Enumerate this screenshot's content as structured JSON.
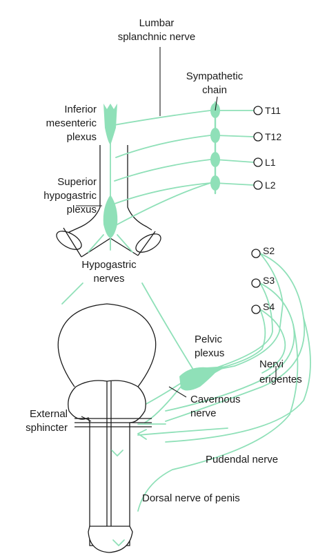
{
  "colors": {
    "nerve": "#8fe0b8",
    "ink": "#1a1a1a",
    "background": "#ffffff"
  },
  "labels": {
    "lumbar_splanchnic_1": "Lumbar",
    "lumbar_splanchnic_2": "splanchnic nerve",
    "sympathetic_chain_1": "Sympathetic",
    "sympathetic_chain_2": "chain",
    "inferior_mesenteric_1": "Inferior",
    "inferior_mesenteric_2": "mesenteric",
    "inferior_mesenteric_3": "plexus",
    "superior_hypogastric_1": "Superior",
    "superior_hypogastric_2": "hypogastric",
    "superior_hypogastric_3": "plexus",
    "hypogastric_nerves_1": "Hypogastric",
    "hypogastric_nerves_2": "nerves",
    "pelvic_plexus_1": "Pelvic",
    "pelvic_plexus_2": "plexus",
    "nervi_erigentes_1": "Nervi",
    "nervi_erigentes_2": "erigentes",
    "cavernous_nerve_1": "Cavernous",
    "cavernous_nerve_2": "nerve",
    "external_sphincter_1": "External",
    "external_sphincter_2": "sphincter",
    "pudendal_nerve": "Pudendal nerve",
    "dorsal_nerve": "Dorsal nerve of penis"
  },
  "spinal_roots": {
    "thoracolumbar": [
      "T11",
      "T12",
      "L1",
      "L2"
    ],
    "sacral": [
      "S2",
      "S3",
      "S4"
    ]
  }
}
